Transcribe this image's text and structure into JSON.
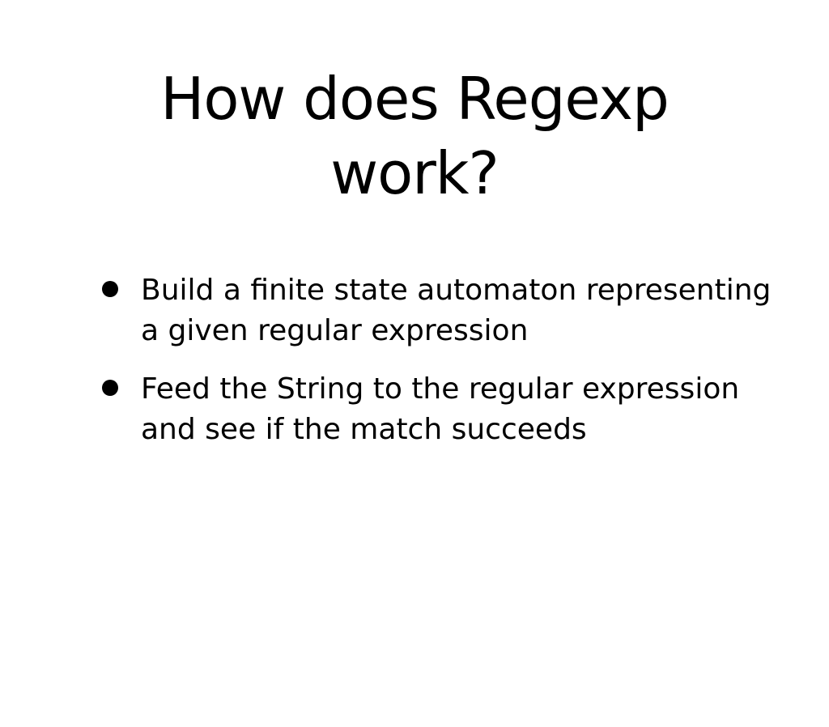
{
  "slide": {
    "title_lines": [
      "How does Regexp",
      "work?"
    ],
    "bullets": [
      {
        "lines": [
          "Build a finite state automaton representing",
          "a given regular expression"
        ]
      },
      {
        "lines": [
          "Feed the String to the regular expression",
          "and see if the match succeeds"
        ]
      }
    ]
  },
  "colors": {
    "background": "#ffffff",
    "text": "#000000"
  }
}
